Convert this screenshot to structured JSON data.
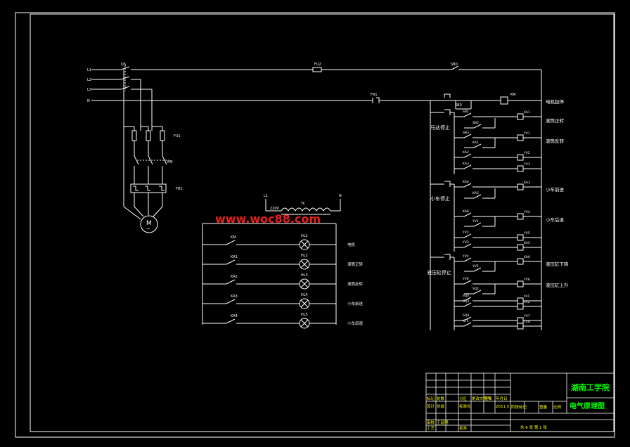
{
  "watermark": "www.woc88.com",
  "power": {
    "phases": [
      "L1",
      "L2",
      "L3"
    ],
    "neutral": "N",
    "main_switch": "QS",
    "fuses": "FU1",
    "contactor": "KM",
    "thermal_relay": "FR1",
    "motor": "M",
    "motor_sub": "~",
    "fu2": "FU2",
    "fr1_contact": "FR1",
    "stop_top": "SB0",
    "km_coil": "KM"
  },
  "transformer": {
    "left": "L1",
    "right": "N",
    "primary": "220V",
    "tc": "TC"
  },
  "lamps": [
    {
      "contact": "KM",
      "lamp": "HL1",
      "label": "电机"
    },
    {
      "contact": "KA1",
      "lamp": "HL2",
      "label": "滚筒正转"
    },
    {
      "contact": "KA2",
      "lamp": "HL3",
      "label": "滚筒反转"
    },
    {
      "contact": "KA3",
      "lamp": "HL4",
      "label": "小车前进"
    },
    {
      "contact": "KA4",
      "lamp": "HL5",
      "label": "小车后退"
    }
  ],
  "control": {
    "stop_labels": [
      "马达停止",
      "小车停止",
      "液压缸停止"
    ],
    "outputs": [
      "电机起停",
      "滚筒正转",
      "滚筒反转",
      "小车前进",
      "小车后退",
      "液压缸下降",
      "液压缸上升"
    ],
    "contacts": [
      "SB1",
      "SB2",
      "SB3",
      "KA1",
      "KA2",
      "KA3",
      "KA4",
      "KA5",
      "KA6",
      "YV1",
      "YV2",
      "YV3",
      "YV4",
      "YV5",
      "YV6",
      "SQ1",
      "SQ2",
      "SQ3",
      "SQ4",
      "KT1",
      "KT2",
      "KT3"
    ],
    "coils": [
      "KA1",
      "YV1",
      "YV2",
      "YV3",
      "KA3",
      "YV4",
      "YV5",
      "KA5",
      "KA6",
      "YV6",
      "YA1",
      "YA2",
      "YV7",
      "YV8"
    ]
  },
  "title_block": {
    "school": "湖南工学院",
    "drawing": "电气原理图",
    "row1": [
      "标记",
      "处数",
      "分区",
      "更改文件号",
      "签名",
      "年月日"
    ],
    "row2": [
      "设计",
      "刘成",
      "标准化",
      "2011.5"
    ],
    "row2b": [
      "阶段标记",
      "重量",
      "比例"
    ],
    "row3": [
      "审核",
      "王延明"
    ],
    "row4": [
      "工艺",
      "批准"
    ],
    "sheet": "共 6 张  第 1 张"
  }
}
